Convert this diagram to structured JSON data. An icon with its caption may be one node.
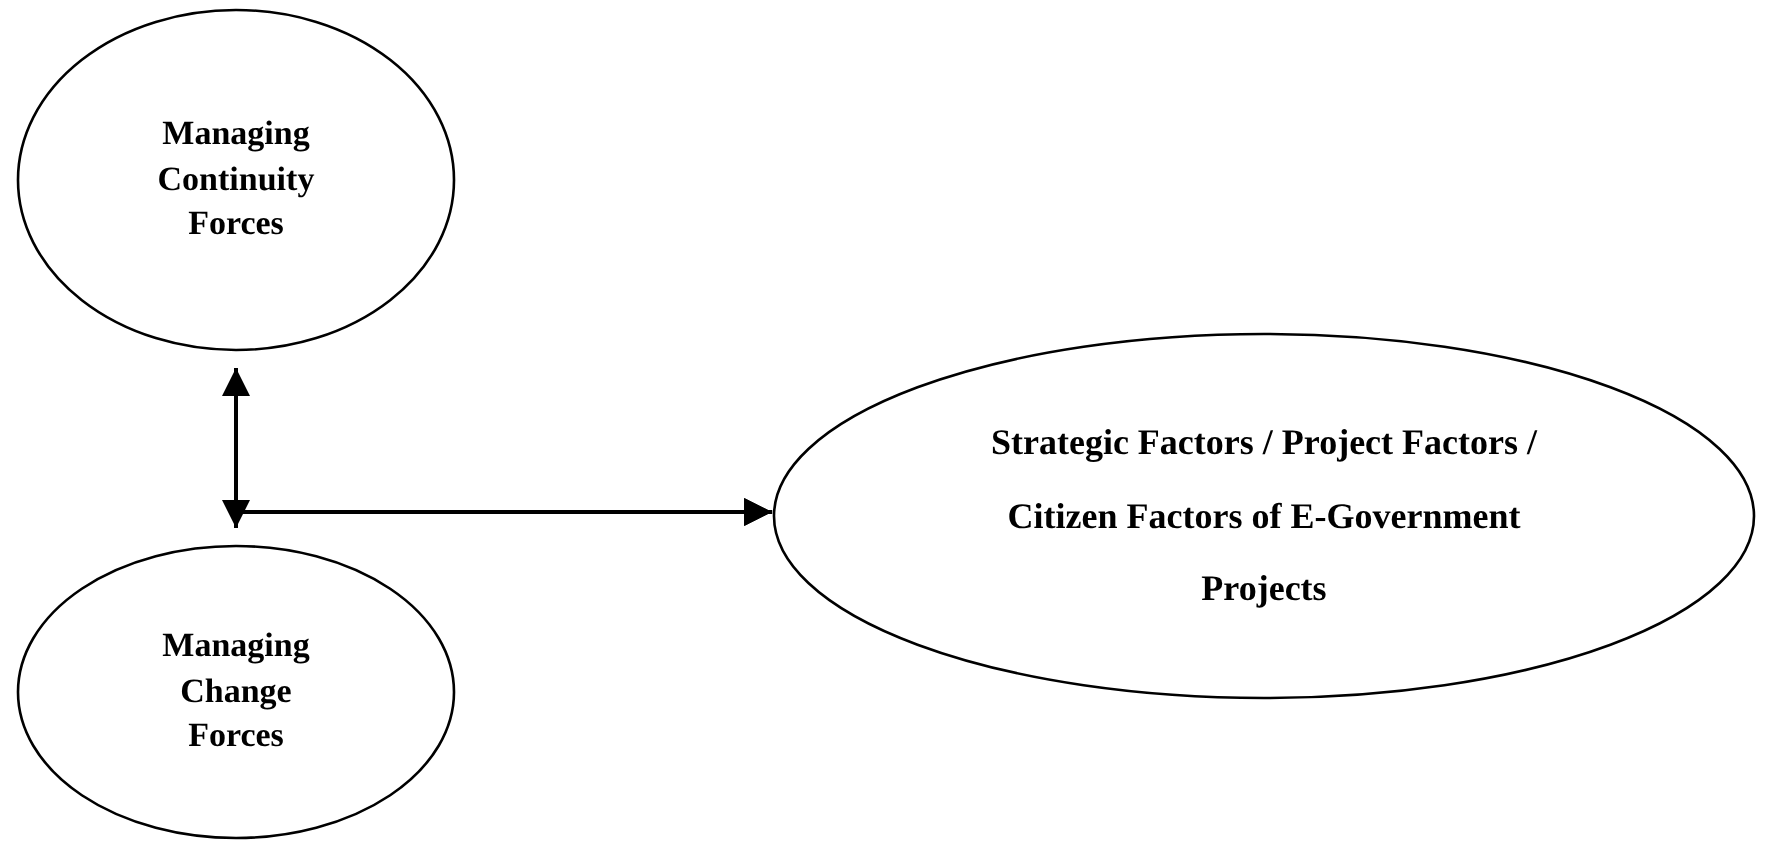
{
  "diagram": {
    "nodes": [
      {
        "text": [
          "Managing Continuity Forces"
        ]
      },
      {
        "text": [
          "Managing Change Forces"
        ]
      },
      {
        "text": [
          "Strategic Factors / Project Factors / Citizen Factors of E-Government Projects"
        ]
      }
    ],
    "edges": [
      {
        "from": 0,
        "to": 1,
        "arrow": "both"
      },
      {
        "from": 0,
        "to": 2,
        "arrow": "to"
      },
      {
        "from": 1,
        "to": 2,
        "arrow": "to"
      }
    ]
  }
}
